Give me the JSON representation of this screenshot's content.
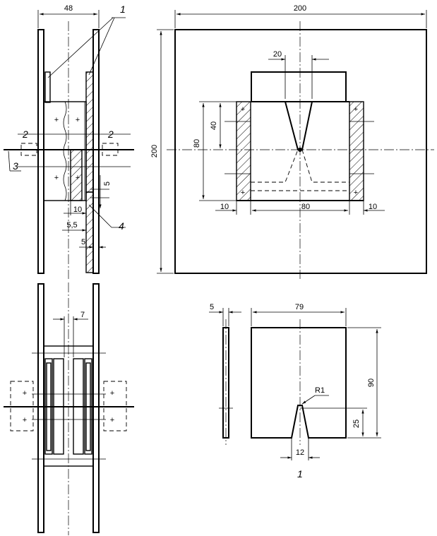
{
  "callouts": {
    "one": "1",
    "two": "2",
    "three": "3",
    "four": "4"
  },
  "dimensions": {
    "side_width": "48",
    "side_offset": "10",
    "side_step": "5,5",
    "side_thickness": "5",
    "side_notch": "5",
    "front_width": "200",
    "front_height": "200",
    "front_notch_top": "20",
    "front_height_40": "40",
    "front_height_80": "80",
    "front_bottom_left": "10",
    "front_bottom_mid": "80",
    "front_bottom_right": "10",
    "bottom_side_gap": "7",
    "plate_thickness": "5",
    "plate_width": "79",
    "plate_height": "90",
    "plate_notch_height": "25",
    "plate_notch_width": "12",
    "plate_radius": "R1"
  },
  "symbols": {
    "plus": "+"
  },
  "icons": {
    "dimension_arrow": "arrow-icon",
    "fixing_mark": "plus-icon"
  }
}
